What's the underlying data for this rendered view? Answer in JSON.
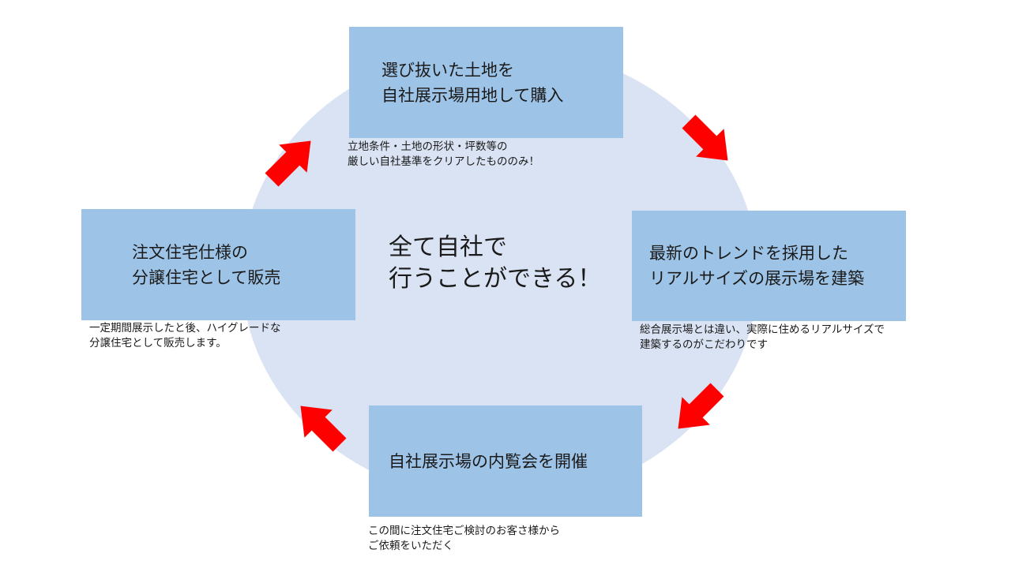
{
  "diagram": {
    "center_text": "全て自社で\n行うことができる！",
    "steps": [
      {
        "label": "選び抜いた土地を\n自社展示場用地して購入",
        "note": "立地条件・土地の形状・坪数等の\n厳しい自社基準をクリアしたもののみ！"
      },
      {
        "label": "最新のトレンドを採用した\nリアルサイズの展示場を建築",
        "note": "総合展示場とは違い、実際に住めるリアルサイズで\n建築するのがこだわりです"
      },
      {
        "label": "自社展示場の内覧会を開催",
        "note": "この間に注文住宅ご検討のお客さ様から\nご依頼をいただく"
      },
      {
        "label": "注文住宅仕様の\n分譲住宅として販売",
        "note": "一定期間展示したと後、ハイグレードな\n分譲住宅として販売します。"
      }
    ],
    "colors": {
      "circle": "#dae3f3",
      "box": "#9dc3e6",
      "arrow": "#ff0000"
    }
  }
}
